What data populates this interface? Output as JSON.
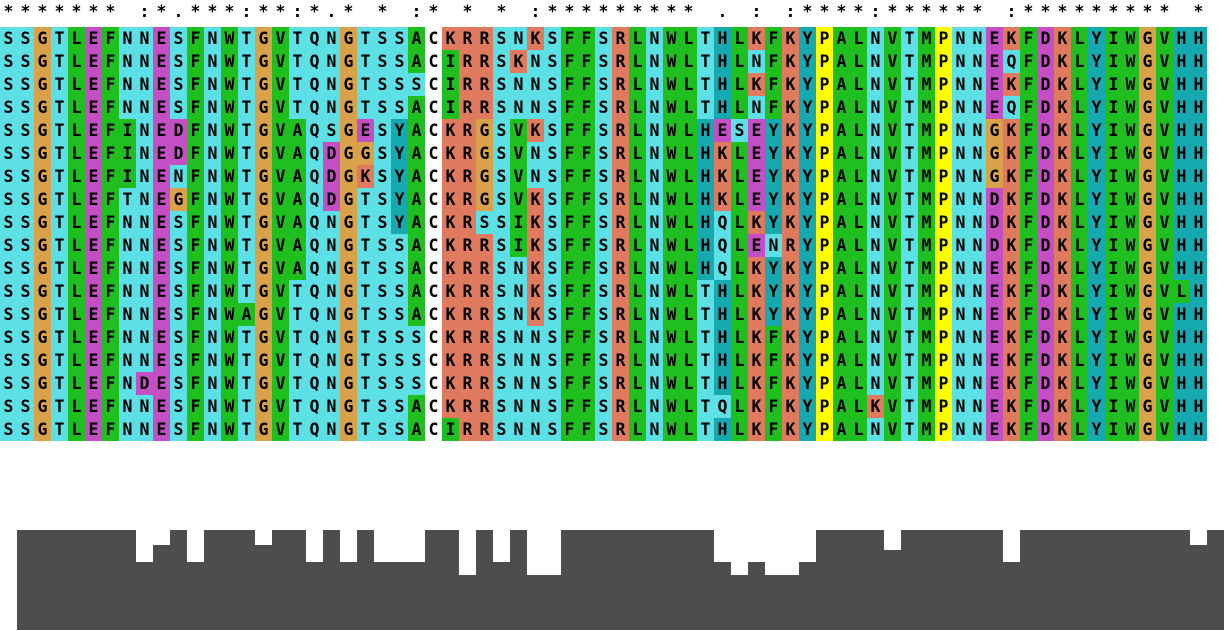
{
  "consensus": "******* :*.***:**:*.* * :* * * :********* . : :****:****** :********* *",
  "sequences": [
    "SSGTLEFNNESFNWTGVTQNGTSSACKRRSNKSFFSRLNWLTHLKFKYPALNVTMPNNEKFDKLYIWGVHH",
    "SSGTLEFNNESFNWTGVTQNGTSSACIRRSKNSFFSRLNWLTHLNFKYPALNVTMPNNEQFDKLYIWGVHH",
    "SSGTLEFNNESFNWTGVTQNGTSSSCIRRSNNSFFSRLNWLTHLKFKYPALNVTMPNNEKFDKLYIWGVHH",
    "SSGTLEFNNESFNWTGVTQNGTSSACIRRSNNSFFSRLNWLTHLNFKYPALNVTMPNNEQFDKLYIWGVHH",
    "SSGTLEFINEDFNWTGVAQSGESYACKRGSVKSFFSRLNWLHESEYKYPALNVTMPNNGKFDKLYIWGVHH",
    "SSGTLEFINEDFNWTGVAQDGGSYACKRGSVNSFFSRLNWLHKLEYKYPALNVTMPNNGKFDKLYIWGVHH",
    "SSGTLEFINENFNWTGVAQDGKSYACKRGSVNSFFSRLNWLHKLEYKYPALNVTMPNNGKFDKLYIWGVHH",
    "SSGTLEFTNEGFNWTGVAQDGTSYACKRGSVKSFFSRLNWLHKLEYKYPALNVTMPNNDKFDKLYIWGVHH",
    "SSGTLEFNNESFNWTGVAQNGTSYACKRSSIKSFFSRLNWLHQLKYKYPALNVTMPNNDKFDKLYIWGVHH",
    "SSGTLEFNNESFNWTGVAQNGTSSACKRRSIKSFFSRLNWLHQLENRYPALNVTMPNNDKFDKLYIWGVHH",
    "SSGTLEFNNESFNWTGVAQNGTSSACKRRSNKSFFSRLNWLHQLKYKYPALNVTMPNNEKFDKLYIWGVHH",
    "SSGTLEFNNESFNWTGVTQNGTSSACKRRSNKSFFSRLNWLTHLKYKYPALNVTMPNNEKFDKLYIWGVLH",
    "SSGTLEFNNESFNWAGVTQNGTSSACKRRSNKSFFSRLNWLTHLKYKYPALNVTMPNNEKFDKLYIWGVHH",
    "SSGTLEFNNESFNWTGVTQNGTSSSCKRRSNNSFFSRLNWLTHLKFKYPALNVTMPNNEKFDKLYIWGVHH",
    "SSGTLEFNNESFNWTGVTQNGTSSSCKRRSNNSFFSRLNWLTHLKFKYPALNVTMPNNEKFDKLYIWGVHH",
    "SSGTLEFNDESFNWTGVTQNGTSSSCKRRSNNSFFSRLNWLTHLKFKYPALNVTMPNNEKFDKLYIWGVHH",
    "SSGTLEFNNESFNWTGVTQNGTSSACKRRSNNSFFSRLNWLTQLKFKYPALKVTMPNNEKFDKLYIWGVHH",
    "SSGTLEFNNESFNWTGVTQNGTSSACIRRSNNSFFSRLNWLTHLKFKYPALNVTMPNNEKFDKLYIWGVHH"
  ],
  "colors": {
    "green": "#1fbf1f",
    "cyan": "#5ce0e6",
    "salmon": "#e07a5f",
    "purple": "#c44ec4",
    "orange": "#d9a24a",
    "teal": "#16a9b0",
    "yellow": "#ffff00",
    "white": "#ffffff",
    "bar": "#4d4d4d"
  },
  "conservation": [
    1,
    1,
    1,
    1,
    1,
    1,
    1,
    0.68,
    0.85,
    1,
    0.68,
    1,
    1,
    1,
    0.85,
    1,
    1,
    0.68,
    1,
    0.68,
    1,
    0.68,
    0.68,
    0.68,
    1,
    1,
    0.55,
    1,
    0.68,
    1,
    0.55,
    0.55,
    1,
    1,
    1,
    1,
    1,
    1,
    1,
    1,
    1,
    0.68,
    0.55,
    0.68,
    0.55,
    0.55,
    0.68,
    1,
    1,
    1,
    1,
    0.8,
    1,
    1,
    1,
    1,
    1,
    1,
    0.68,
    1,
    1,
    1,
    1,
    1,
    1,
    1,
    1,
    1,
    1,
    0.85,
    1
  ]
}
